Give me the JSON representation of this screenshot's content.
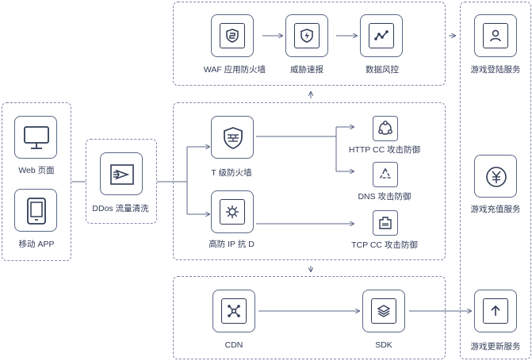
{
  "nodes": {
    "web": "Web 页面",
    "app": "移动 APP",
    "ddos": "DDos 流量清洗",
    "waf": "WAF 应用防火墙",
    "threat": "威胁速报",
    "risk": "数据风控",
    "tfw": "T 级防火墙",
    "hip": "高防 IP 抗 D",
    "httpcc": "HTTP CC 攻击防御",
    "dns": "DNS 攻击防御",
    "tcpcc": "TCP CC 攻击防御",
    "cdn": "CDN",
    "sdk": "SDK",
    "login": "游戏登陆服务",
    "pay": "游戏充值服务",
    "update": "游戏更新服务"
  },
  "colors": {
    "line": "#5b6788",
    "border": "#7f8aa8",
    "text": "#2f3a55"
  },
  "icons": [
    "monitor-icon",
    "phone-icon",
    "shield-send-icon",
    "waf-shield-icon",
    "lightning-shield-icon",
    "chart-icon",
    "firewall-shield-icon",
    "sun-gear-icon",
    "network-triangle-icon",
    "recycle-icon",
    "ethernet-icon",
    "cluster-icon",
    "layers-icon",
    "user-icon",
    "yen-icon",
    "upload-arrow-icon"
  ]
}
